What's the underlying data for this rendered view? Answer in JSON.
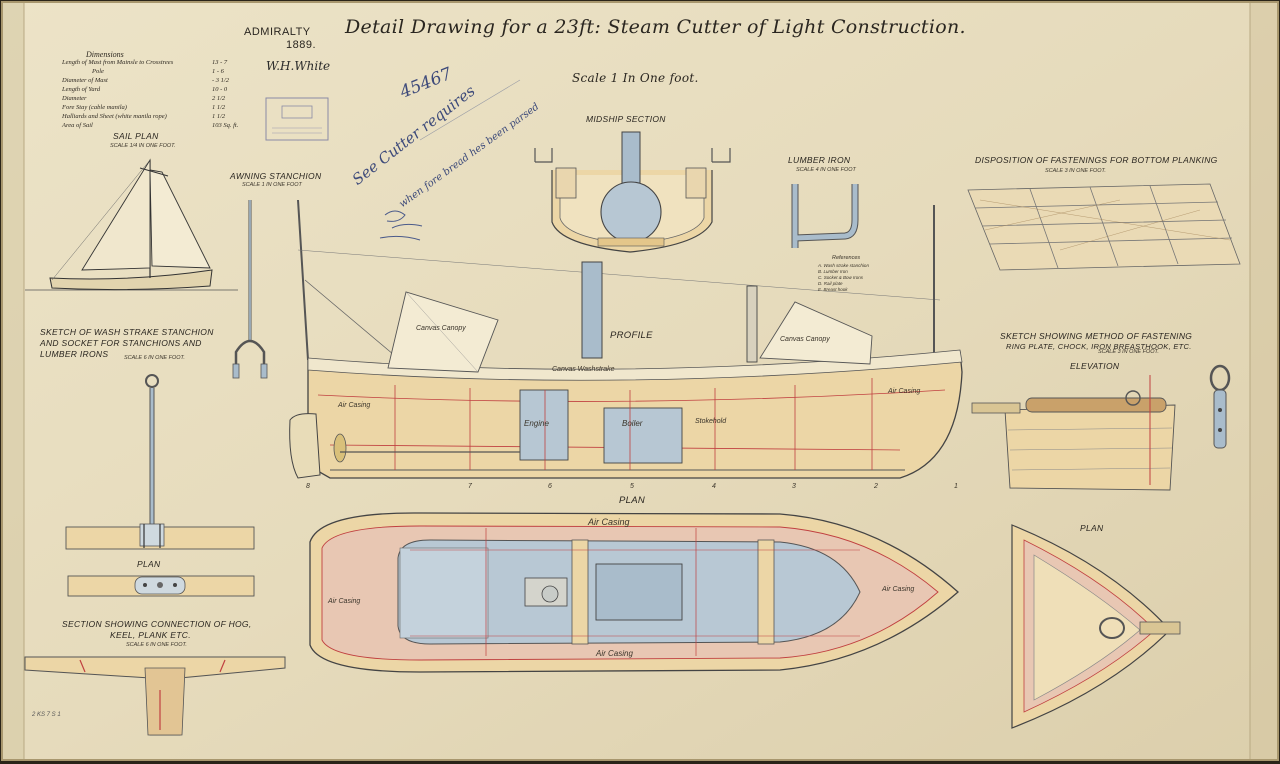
{
  "title": "Detail Drawing for a 23ft: Steam Cutter of Light Construction.",
  "admiralty": "ADMIRALTY",
  "year": "1889.",
  "signature": "W.H.White",
  "scale_main": "Scale 1 In One foot.",
  "stamp_number": "45467",
  "handwritten_note_line1": "See Cutter requires",
  "handwritten_note_line2": "when fore bread hes been parsed",
  "dimensions": {
    "heading": "Dimensions",
    "rows": [
      {
        "label": "Length of Mast from Mainsle to Crosstrees",
        "value": "13 - 7"
      },
      {
        "label": "Pole",
        "value": "1 - 6"
      },
      {
        "label": "Diameter of Mast",
        "value": "- 3 1/2"
      },
      {
        "label": "Length of Yard",
        "value": "10 - 0"
      },
      {
        "label": "Diameter",
        "value": "2 1/2"
      },
      {
        "label": "Fore Stay (cable manila)",
        "value": "1 1/2"
      },
      {
        "label": "Halliards and Sheet (white manila rope)",
        "value": "1 1/2"
      },
      {
        "label": "Area of Sail",
        "value": "103 Sq. ft."
      }
    ]
  },
  "sail_plan": {
    "title": "SAIL PLAN",
    "scale": "SCALE 1/4 IN ONE FOOT."
  },
  "awning_stanchion": {
    "title": "AWNING STANCHION",
    "scale": "SCALE 1 IN ONE FOOT"
  },
  "midship_section": {
    "title": "MIDSHIP SECTION"
  },
  "lumber_iron": {
    "title": "LUMBER IRON",
    "scale": "SCALE 4 IN ONE FOOT"
  },
  "fastenings": {
    "title": "DISPOSITION OF FASTENINGS FOR BOTTOM PLANKING",
    "scale": "SCALE 3 IN ONE FOOT."
  },
  "wash_strake": {
    "line1": "SKETCH OF WASH STRAKE STANCHION",
    "line2": "AND SOCKET FOR STANCHIONS AND",
    "line3": "LUMBER IRONS",
    "scale": "SCALE 6 IN ONE FOOT."
  },
  "plan_small": {
    "title": "PLAN"
  },
  "hog_section": {
    "line1": "SECTION SHOWING CONNECTION OF HOG,",
    "line2": "KEEL, PLANK ETC.",
    "scale": "SCALE 6 IN ONE FOOT."
  },
  "profile": {
    "title": "PROFILE",
    "canvas_canopy_fore": "Canvas Canopy",
    "canvas_canopy_aft": "Canvas Canopy",
    "canvas_washstrake": "Canvas Washstrake",
    "air_casing_fore": "Air Casing",
    "air_casing_aft": "Air Casing",
    "engine": "Engine",
    "boiler": "Boiler",
    "stokehold": "Stokehold",
    "stations": [
      "8",
      "",
      "7",
      "6",
      "5",
      "4",
      "3",
      "2",
      "1"
    ]
  },
  "plan_main": {
    "title": "PLAN",
    "air_casing_top": "Air Casing",
    "air_casing_bottom": "Air Casing",
    "air_casing_stern": "Air Casing",
    "air_casing_bow": "Air Casing"
  },
  "fastening_method": {
    "line1": "SKETCH SHOWING METHOD OF FASTENING",
    "line2": "RING PLATE, CHOCK, IRON BREASTHOOK, ETC.",
    "scale": "SCALE 3 IN ONE FOOT.",
    "elevation": "ELEVATION"
  },
  "plan_bow": {
    "title": "PLAN"
  },
  "references": {
    "heading": "References",
    "items": [
      "A. Wash strake stanchion",
      "B. Lumber Iron",
      "C. Socket & Bow Irons",
      "D. Rail plate",
      "E. Breast hook"
    ]
  },
  "catalog_number": "2 KS 7 S 1",
  "colors": {
    "paper": "#e7dcbf",
    "paper_edge": "#cbbd98",
    "ink": "#2a2620",
    "wood": "#ecd6a6",
    "red_line": "#c04040",
    "steel_blue": "#a9bccb",
    "canvas": "#efe6c8",
    "plank_pink": "#e8c7b3"
  }
}
